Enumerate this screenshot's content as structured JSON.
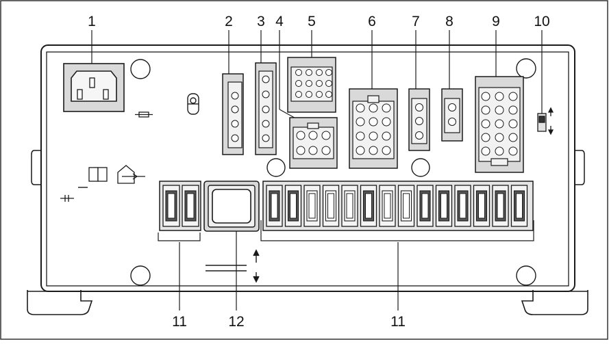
{
  "callouts": {
    "c1": "1",
    "c2": "2",
    "c3": "3",
    "c4": "4",
    "c5": "5",
    "c6": "6",
    "c7": "7",
    "c8": "8",
    "c9": "9",
    "c10": "10",
    "c11_left": "11",
    "c12": "12",
    "c11_right": "11"
  },
  "colors": {
    "line": "#1a1a1a",
    "panel_fill": "#ffffff",
    "connector_fill": "#d9d9d9",
    "socket_fill": "#f2f2f2"
  },
  "icons": [
    "power-inlet-icon",
    "fuse-symbol-icon",
    "lock-symbol-icon",
    "manual-book-icon",
    "house-input-icon",
    "diode-symbol-icon",
    "ground-symbol-icon",
    "switch-arrows-icon"
  ]
}
